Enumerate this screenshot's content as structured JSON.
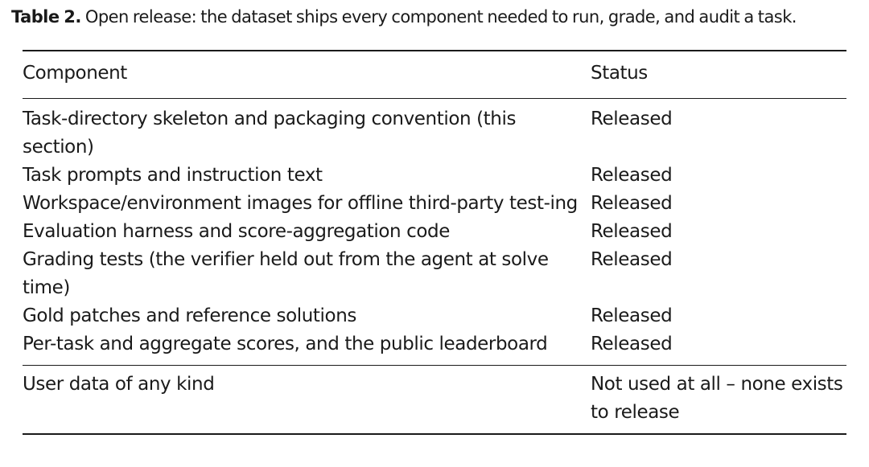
{
  "caption": {
    "label": "Table 2.",
    "text": "Open release: the dataset ships every component needed to run, grade, and audit a task."
  },
  "table": {
    "headers": [
      "Component",
      "Status"
    ],
    "rows": [
      {
        "component": "Task-directory skeleton and packaging convention (this section)",
        "status": "Released"
      },
      {
        "component": "Task prompts and instruction text",
        "status": "Released"
      },
      {
        "component": "Workspace/environment images for offline third-party test-ing",
        "status": "Released"
      },
      {
        "component": "Evaluation harness and score-aggregation code",
        "status": "Released"
      },
      {
        "component": "Grading tests (the verifier held out from the agent at solve time)",
        "status": "Released"
      },
      {
        "component": "Gold patches and reference solutions",
        "status": "Released"
      },
      {
        "component": "Per-task and aggregate scores, and the public leaderboard",
        "status": "Released"
      }
    ],
    "final_row": {
      "component": "User data of any kind",
      "status": "Not used at all – none exists to release"
    }
  }
}
